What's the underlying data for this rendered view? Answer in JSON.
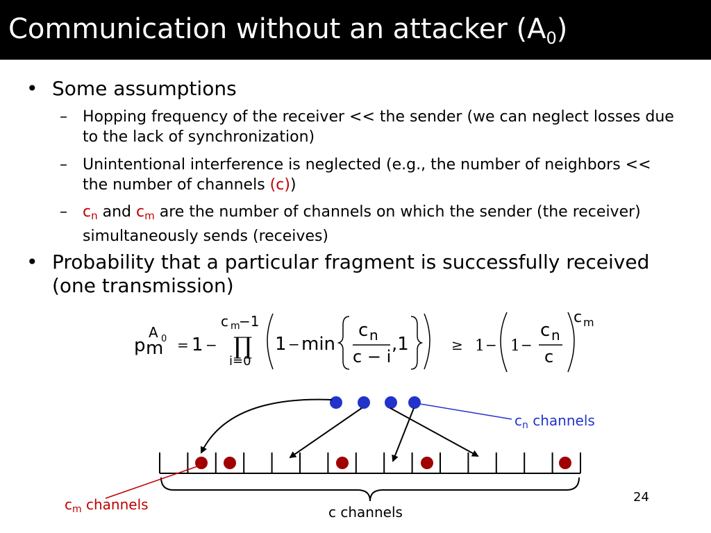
{
  "slide": {
    "title_main": "Communication without an attacker (A",
    "title_sub": "0",
    "title_end": ")",
    "page_number": "24"
  },
  "bullets": {
    "b1": "Some assumptions",
    "s1": "Hopping frequency of the receiver << the sender (we can neglect losses due to the lack of synchronization)",
    "s2_a": "Unintentional interference is neglected (e.g., the number of neighbors << the number of channels ",
    "s2_b": "(c)",
    "s2_c": ")",
    "s3_cn": "c",
    "s3_cn_sub": "n",
    "s3_and": " and ",
    "s3_cm": "c",
    "s3_cm_sub": "m",
    "s3_rest": " are the number of channels on which the sender (the receiver) simultaneously sends (receives)",
    "b2": "Probability that a particular fragment is successfully received (one transmission)"
  },
  "formula": {
    "p": "p",
    "m": "m",
    "A": "A",
    "zero": "0",
    "eq": "=",
    "one": "1",
    "minus": "−",
    "prod": "∏",
    "upper_c": "c",
    "upper_m": "m",
    "upper_rest": "−1",
    "lower": "i=0",
    "min": "min",
    "c": "c",
    "n": "n",
    "c_minus_i": "c − i",
    "comma_one": ",1",
    "geq": "≥",
    "exp_c": "c",
    "exp_m": "m"
  },
  "diagram": {
    "cn_c": "c",
    "cn_sub": "n",
    "cn_rest": " channels",
    "cm_c": "c",
    "cm_sub": "m",
    "cm_rest": " channels",
    "c_channels": "c channels",
    "colors": {
      "blue": "#2233cc",
      "red": "#a00000",
      "red_text": "#c00000"
    }
  }
}
